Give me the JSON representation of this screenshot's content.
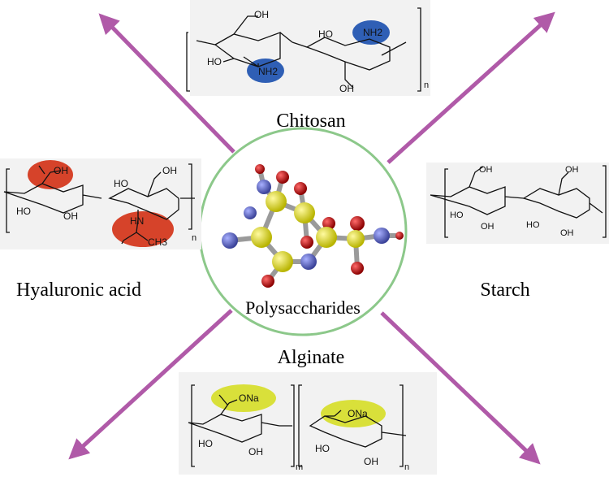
{
  "title": "Polysaccharides",
  "colors": {
    "arrow": "#b05aa8",
    "circle": "#8cc88a",
    "chitosan_highlight": "#2f5fb5",
    "hyaluronic_highlight": "#d6432a",
    "alginate_highlight": "#d9e03a",
    "carbon": "#d8d21e",
    "oxygen": "#c41414",
    "nitrogen": "#6a74c8"
  },
  "polymers": {
    "chitosan": {
      "name": "Chitosan",
      "groups": [
        "OH",
        "HO",
        "NH2",
        "HO",
        "NH2",
        "OH"
      ],
      "repeat": "n"
    },
    "starch": {
      "name": "Starch",
      "groups": [
        "OH",
        "HO",
        "OH",
        "OH",
        "HO",
        "OH"
      ],
      "repeat": "n"
    },
    "hyaluronic": {
      "name": "Hyaluronic acid",
      "groups": [
        "OH",
        "HO",
        "OH",
        "HO",
        "OH",
        "HN",
        "CH3"
      ],
      "repeat": "n"
    },
    "alginate": {
      "name": "Alginate",
      "groups": [
        "ONa",
        "ONa",
        "HO",
        "OH",
        "HO",
        "OH"
      ],
      "repeat": [
        "m",
        "n"
      ]
    }
  }
}
